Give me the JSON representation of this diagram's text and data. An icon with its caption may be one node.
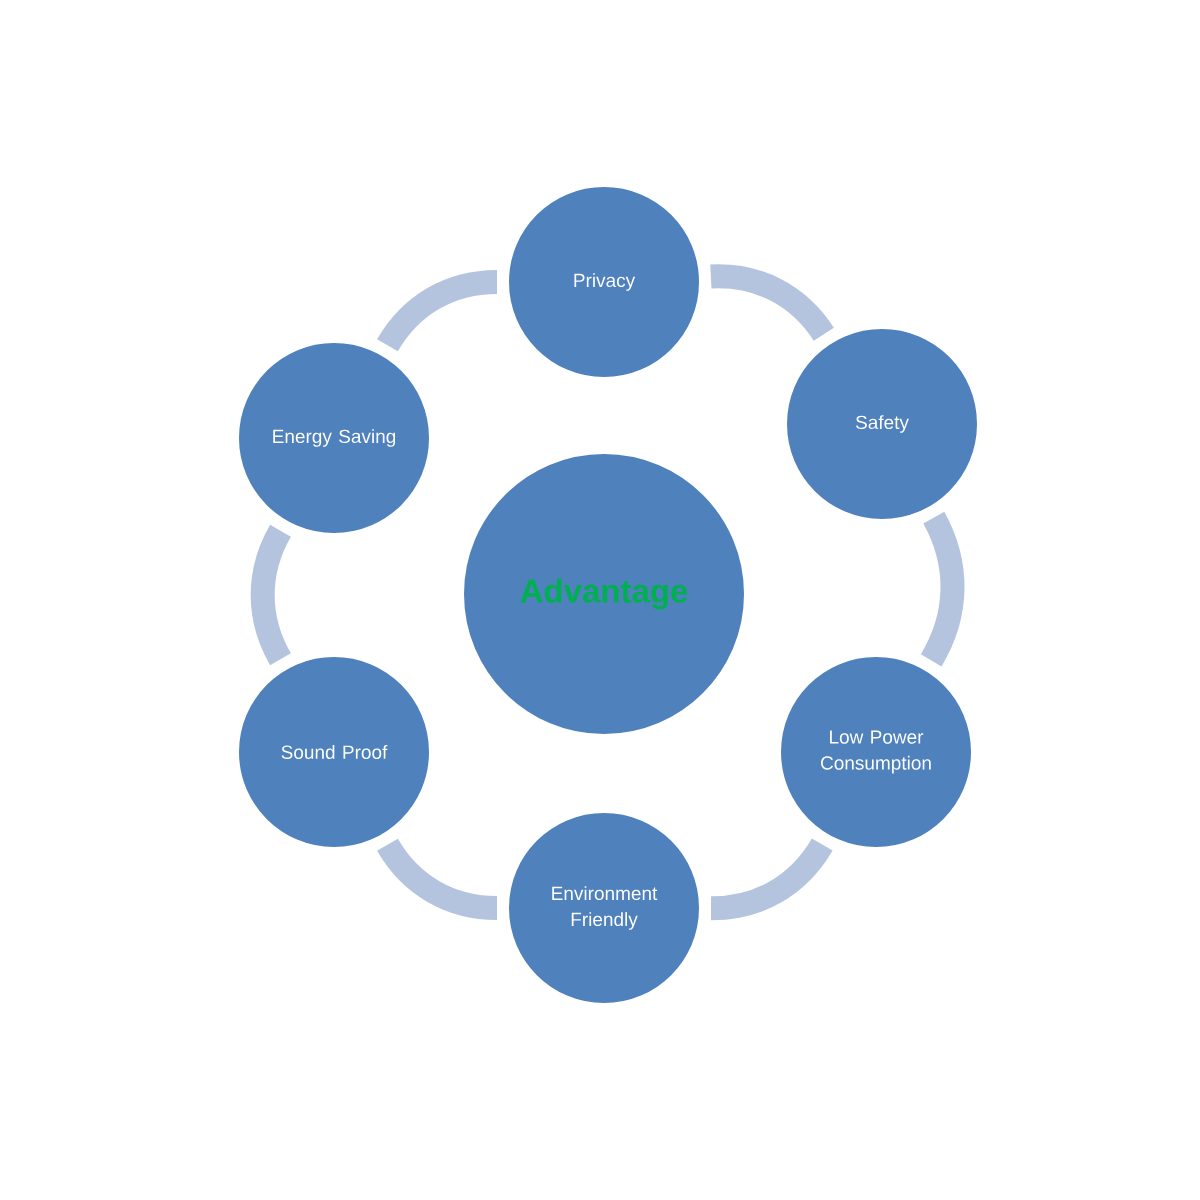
{
  "diagram": {
    "nodes": [
      {
        "text": [
          "Advantage"
        ]
      },
      {
        "text": [
          "Privacy"
        ]
      },
      {
        "text": [
          "Safety"
        ]
      },
      {
        "text": [
          "Low Power Consumption"
        ]
      },
      {
        "text": [
          "Environment Friendly"
        ]
      },
      {
        "text": [
          "Sound Proof"
        ]
      },
      {
        "text": [
          "Energy Saving"
        ]
      }
    ],
    "edges": [
      {
        "from": 1,
        "to": 2,
        "arrow": "none"
      },
      {
        "from": 2,
        "to": 3,
        "arrow": "none"
      },
      {
        "from": 3,
        "to": 4,
        "arrow": "none"
      },
      {
        "from": 4,
        "to": 5,
        "arrow": "none"
      },
      {
        "from": 5,
        "to": 6,
        "arrow": "none"
      },
      {
        "from": 6,
        "to": 1,
        "arrow": "none"
      }
    ]
  }
}
